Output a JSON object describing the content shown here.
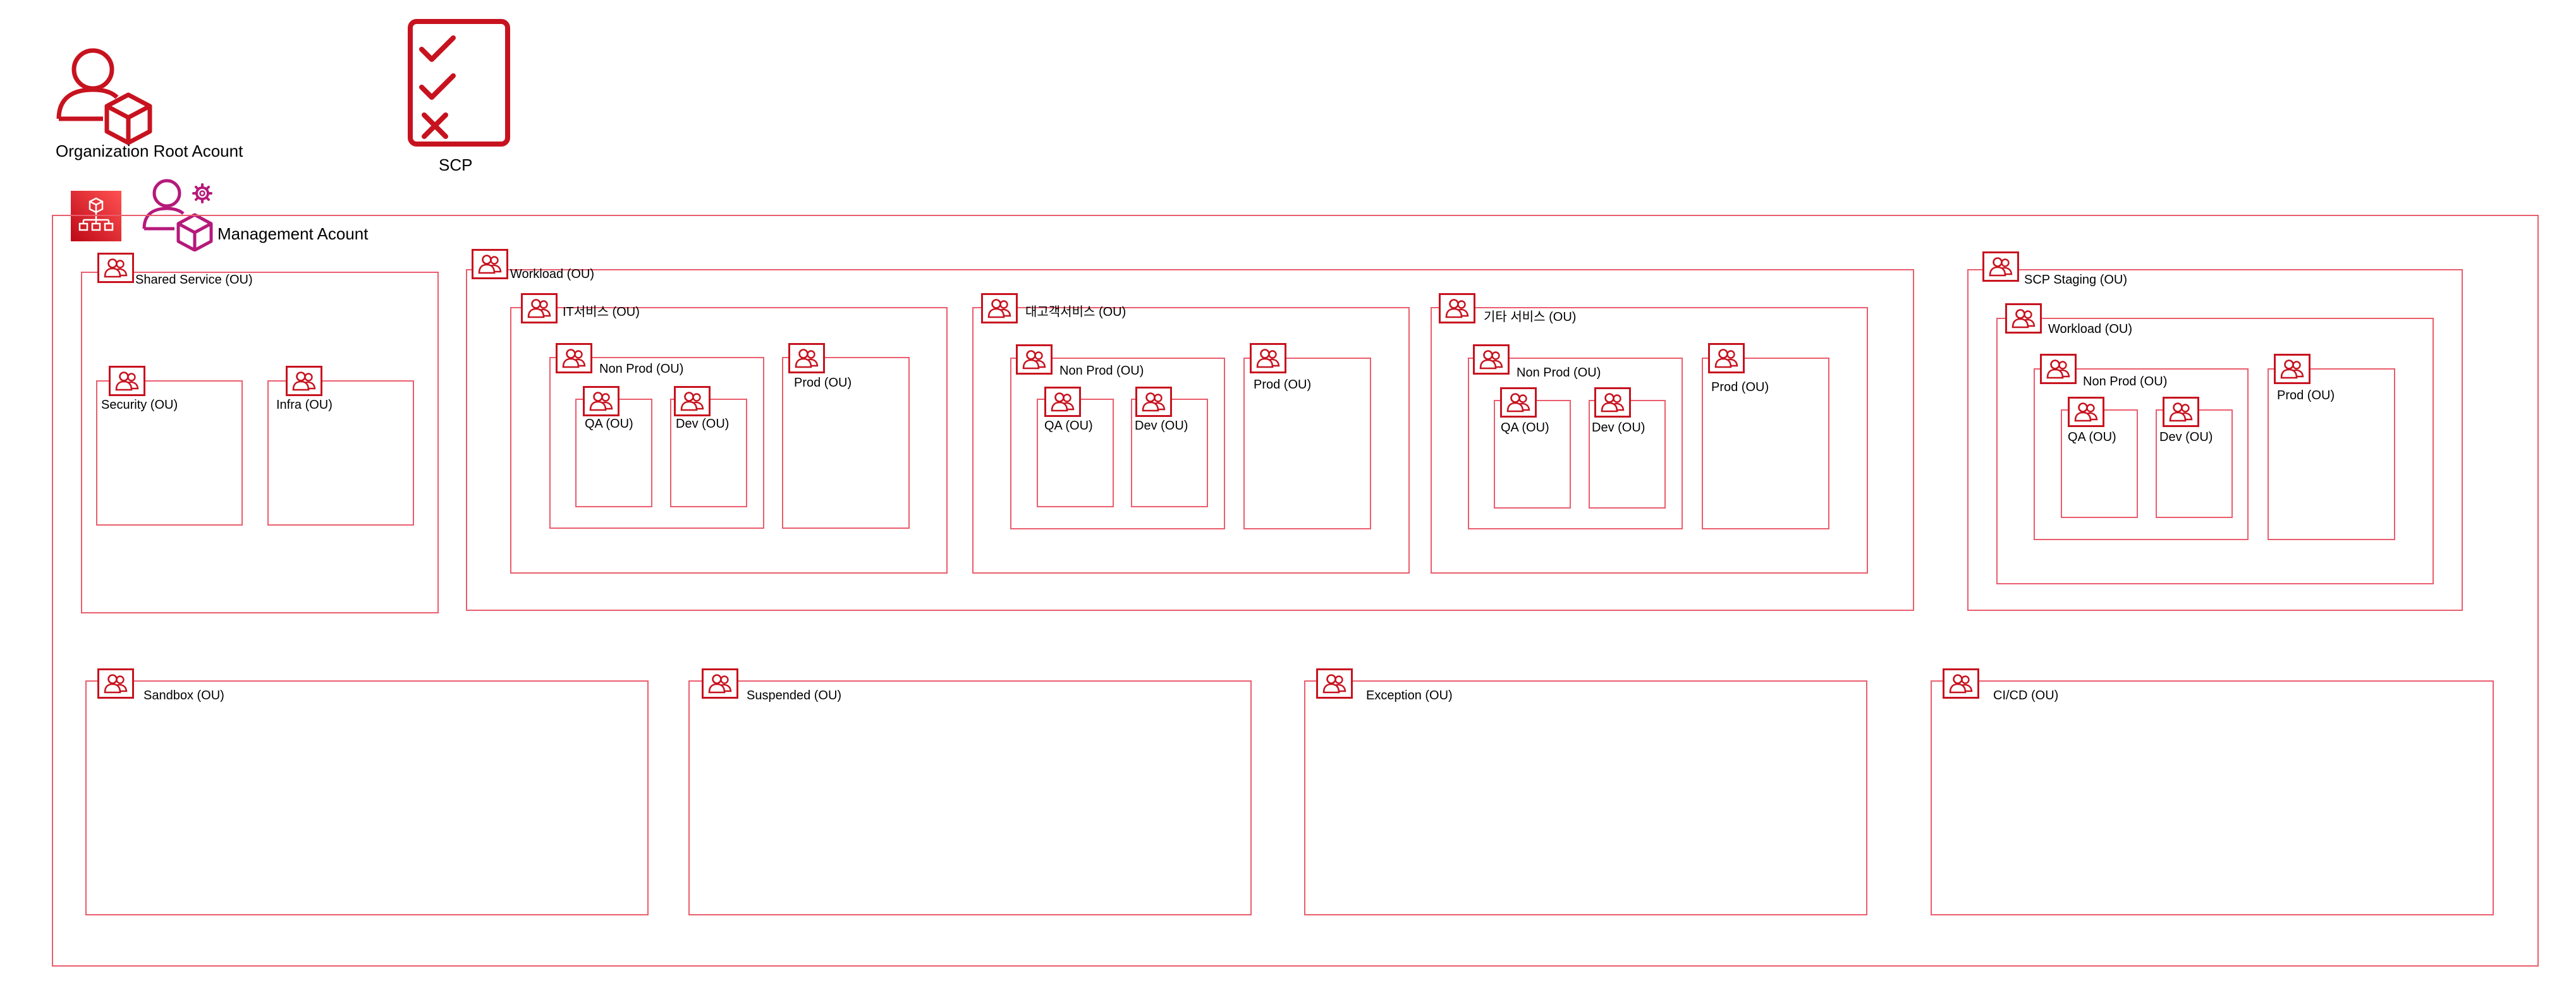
{
  "header": {
    "org_root": "Organization Root Acount",
    "scp": "SCP",
    "management": "Management Acount"
  },
  "colors": {
    "accent": "#c7131f",
    "border": "#ea5d6d",
    "magenta": "#b5197a"
  },
  "icons": {
    "org_root": "user-account-icon",
    "scp": "checklist-icon",
    "organizations": "organizations-icon",
    "management": "user-settings-account-icon",
    "ou": "ou-group-icon"
  },
  "ous": {
    "shared_service": "Shared Service (OU)",
    "security": "Security (OU)",
    "infra": "Infra (OU)",
    "workload": "Workload (OU)",
    "it_service": "IT서비스 (OU)",
    "customer_service": "대고객서비스 (OU)",
    "other_service": "기타 서비스 (OU)",
    "scp_staging": "SCP Staging (OU)",
    "staging_workload": "Workload (OU)",
    "non_prod": "Non Prod (OU)",
    "prod": "Prod (OU)",
    "qa": "QA (OU)",
    "dev": "Dev (OU)",
    "sandbox": "Sandbox (OU)",
    "suspended": "Suspended (OU)",
    "exception": "Exception (OU)",
    "cicd": "CI/CD (OU)"
  }
}
